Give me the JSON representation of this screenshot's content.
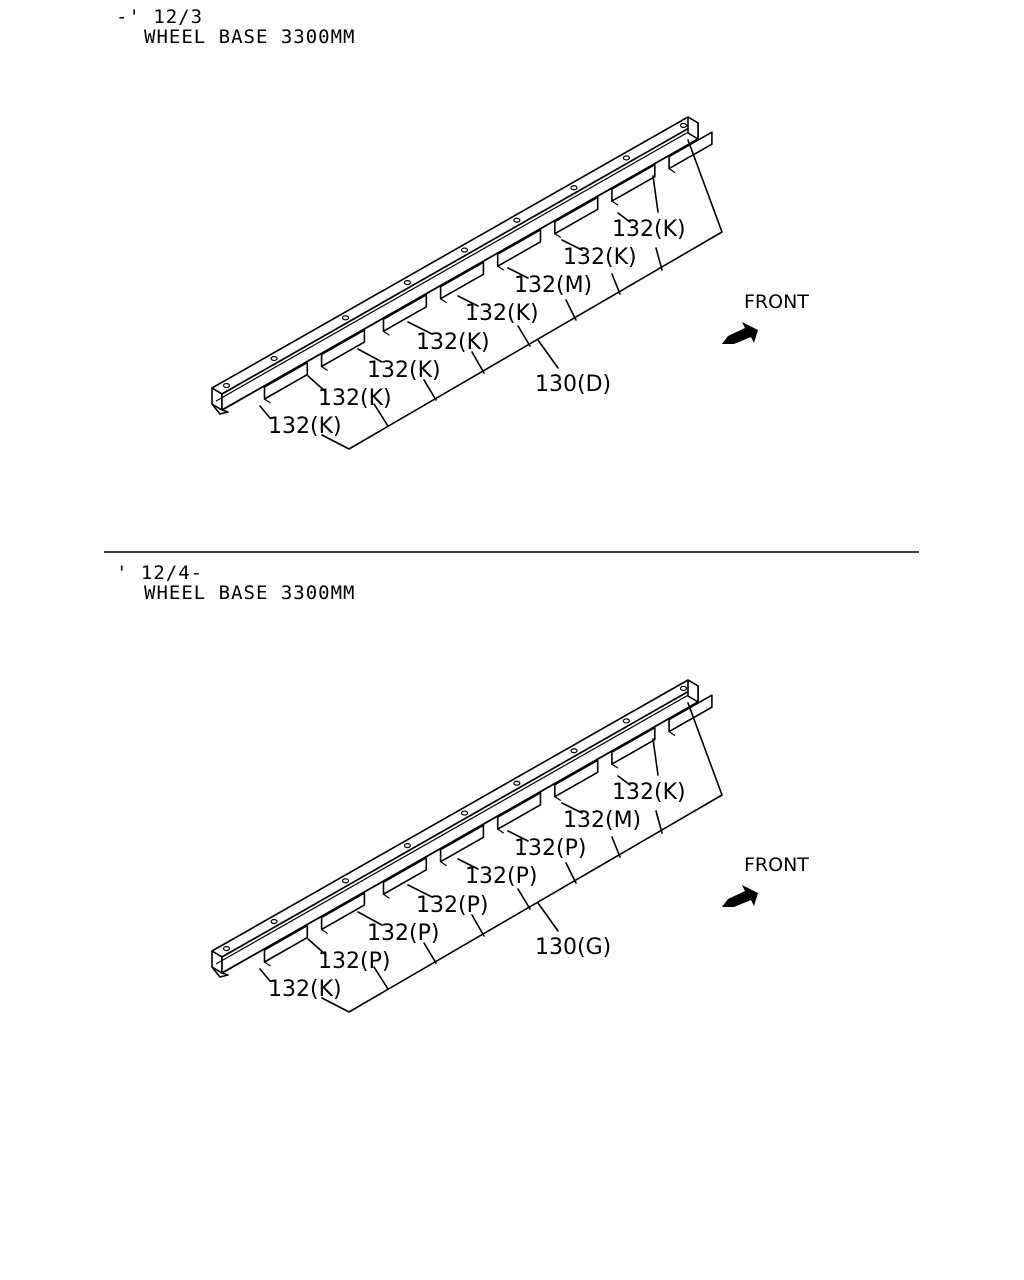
{
  "sections": [
    {
      "date_range": "-' 12/3",
      "wheel_base": "WHEEL BASE 3300MM",
      "front_label": "FRONT",
      "assembly_label": "130(D)",
      "part_labels": [
        "132(K)",
        "132(K)",
        "132(K)",
        "132(K)",
        "132(K)",
        "132(M)",
        "132(K)",
        "132(K)"
      ]
    },
    {
      "date_range": "' 12/4-",
      "wheel_base": "WHEEL BASE 3300MM",
      "front_label": "FRONT",
      "assembly_label": "130(G)",
      "part_labels": [
        "132(K)",
        "132(P)",
        "132(P)",
        "132(P)",
        "132(P)",
        "132(P)",
        "132(M)",
        "132(K)"
      ]
    }
  ]
}
